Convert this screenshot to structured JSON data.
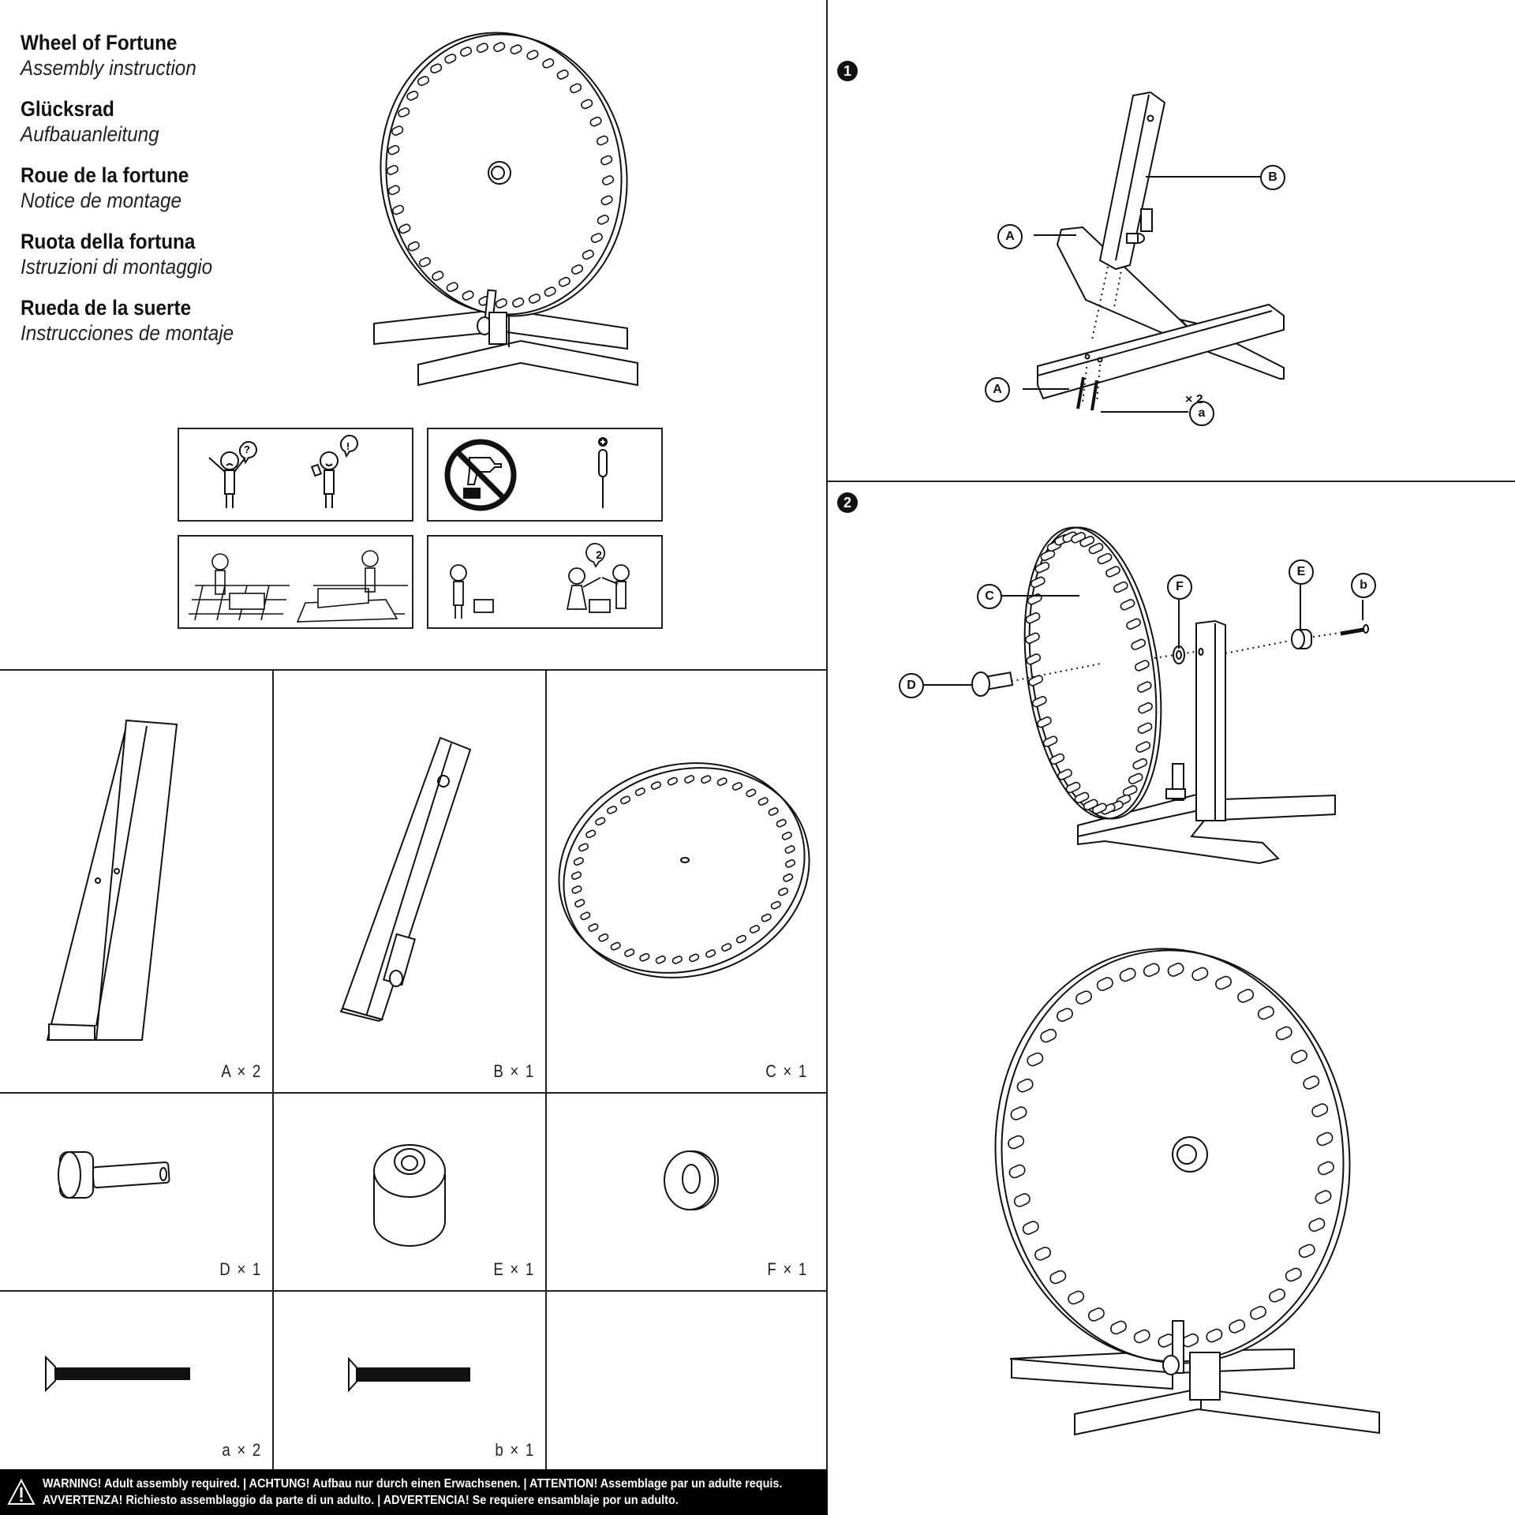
{
  "document": {
    "titles": [
      {
        "name": "Wheel of Fortune",
        "subtitle": "Assembly instruction",
        "lang": "en"
      },
      {
        "name": "Glücksrad",
        "subtitle": "Aufbauanleitung",
        "lang": "de"
      },
      {
        "name": "Roue de la fortune",
        "subtitle": "Notice de montage",
        "lang": "fr"
      },
      {
        "name": "Ruota della fortuna",
        "subtitle": "Istruzioni di montaggio",
        "lang": "it"
      },
      {
        "name": "Rueda de la suerte",
        "subtitle": "Instrucciones de montaje",
        "lang": "es"
      }
    ]
  },
  "pictograms": [
    {
      "name": "read-instructions",
      "bubbles": [
        "?",
        "!"
      ]
    },
    {
      "name": "no-power-drill-use-screwdriver",
      "icons": [
        "no-drill-icon",
        "phillips-screwdriver-icon"
      ]
    },
    {
      "name": "use-soft-surface",
      "icons": [
        "tile-floor-icon",
        "rug-icon"
      ]
    },
    {
      "name": "two-person-assembly",
      "bubbles": [
        "2"
      ]
    }
  ],
  "parts": [
    {
      "id": "A",
      "qty_label": "A × 2",
      "desc": "base bar"
    },
    {
      "id": "B",
      "qty_label": "B × 1",
      "desc": "upright post"
    },
    {
      "id": "C",
      "qty_label": "C × 1",
      "desc": "wheel disc"
    },
    {
      "id": "D",
      "qty_label": "D × 1",
      "desc": "axle bolt"
    },
    {
      "id": "E",
      "qty_label": "E × 1",
      "desc": "end cap"
    },
    {
      "id": "F",
      "qty_label": "F × 1",
      "desc": "washer"
    },
    {
      "id": "a",
      "qty_label": "a × 2",
      "desc": "long screw"
    },
    {
      "id": "b",
      "qty_label": "b × 1",
      "desc": "short screw"
    }
  ],
  "steps": [
    {
      "number": "1",
      "callouts": [
        "A",
        "A",
        "B",
        "a"
      ],
      "multiplier": "× 2"
    },
    {
      "number": "2",
      "callouts": [
        "C",
        "D",
        "F",
        "E",
        "b"
      ]
    }
  ],
  "warning": {
    "icon": "warning-triangle-icon",
    "line1": "WARNING! Adult assembly required. | ACHTUNG! Aufbau nur durch einen Erwachsenen. | ATTENTION! Assemblage par un adulte requis.",
    "line2": "AVVERTENZA! Richiesto assemblaggio da parte di un adulto. | ADVERTENCIA! Se requiere ensamblaje por un adulto."
  }
}
